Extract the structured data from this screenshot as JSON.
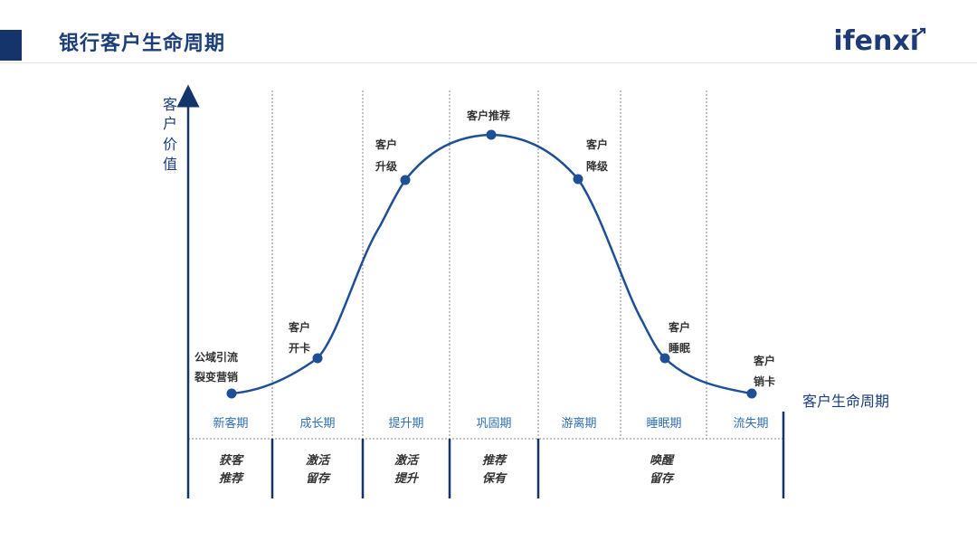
{
  "header": {
    "title": "银行客户生命周期",
    "logo": "ifenxi"
  },
  "axes": {
    "y_label": [
      "客",
      "户",
      "价",
      "值"
    ],
    "x_label": "客户生命周期"
  },
  "stages": [
    "新客期",
    "成长期",
    "提升期",
    "巩固期",
    "游离期",
    "睡眠期",
    "流失期"
  ],
  "strategies": [
    {
      "lines": [
        "获客",
        "推荐"
      ]
    },
    {
      "lines": [
        "激活",
        "留存"
      ]
    },
    {
      "lines": [
        "激活",
        "提升"
      ]
    },
    {
      "lines": [
        "推荐",
        "保有"
      ]
    },
    {
      "lines": [
        "唤醒",
        "留存"
      ]
    }
  ],
  "events": [
    {
      "lines": [
        "公域引流",
        "裂变营销"
      ]
    },
    {
      "lines": [
        "客户",
        "开卡"
      ]
    },
    {
      "lines": [
        "客户",
        "升级"
      ]
    },
    {
      "lines": [
        "客户推荐"
      ]
    },
    {
      "lines": [
        "客户",
        "降级"
      ]
    },
    {
      "lines": [
        "客户",
        "睡眠"
      ]
    },
    {
      "lines": [
        "客户",
        "销卡"
      ]
    }
  ],
  "colors": {
    "curve": "#1f4f96",
    "axis": "#14346b",
    "stage_text": "#2f6fb5",
    "title": "#1c3f7a",
    "label": "#333333"
  }
}
